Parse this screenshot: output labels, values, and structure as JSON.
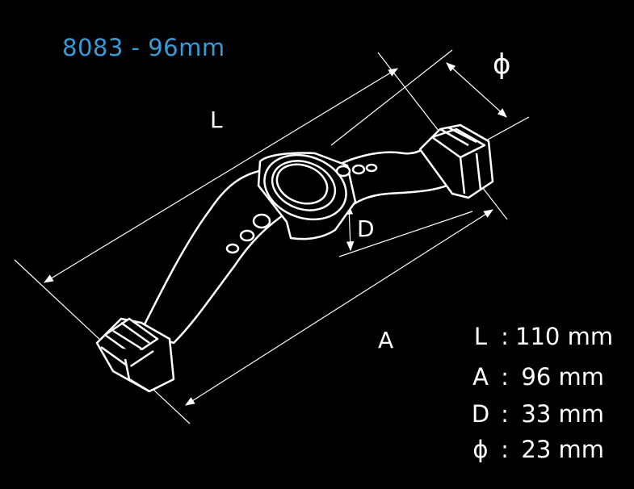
{
  "title": "8083 - 96mm",
  "colors": {
    "title": "#3a9ad6",
    "line": "#ffffff",
    "background": "#000000"
  },
  "dimension_labels": {
    "L": "L",
    "A": "A",
    "D": "D",
    "diameter": "ϕ"
  },
  "specs": [
    {
      "key": "L",
      "sep": ":",
      "value": "110 mm"
    },
    {
      "key": "A",
      "sep": ":",
      "value": "96 mm"
    },
    {
      "key": "D",
      "sep": ":",
      "value": "33 mm"
    },
    {
      "key": "ϕ",
      "sep": ":",
      "value": "23 mm"
    }
  ]
}
